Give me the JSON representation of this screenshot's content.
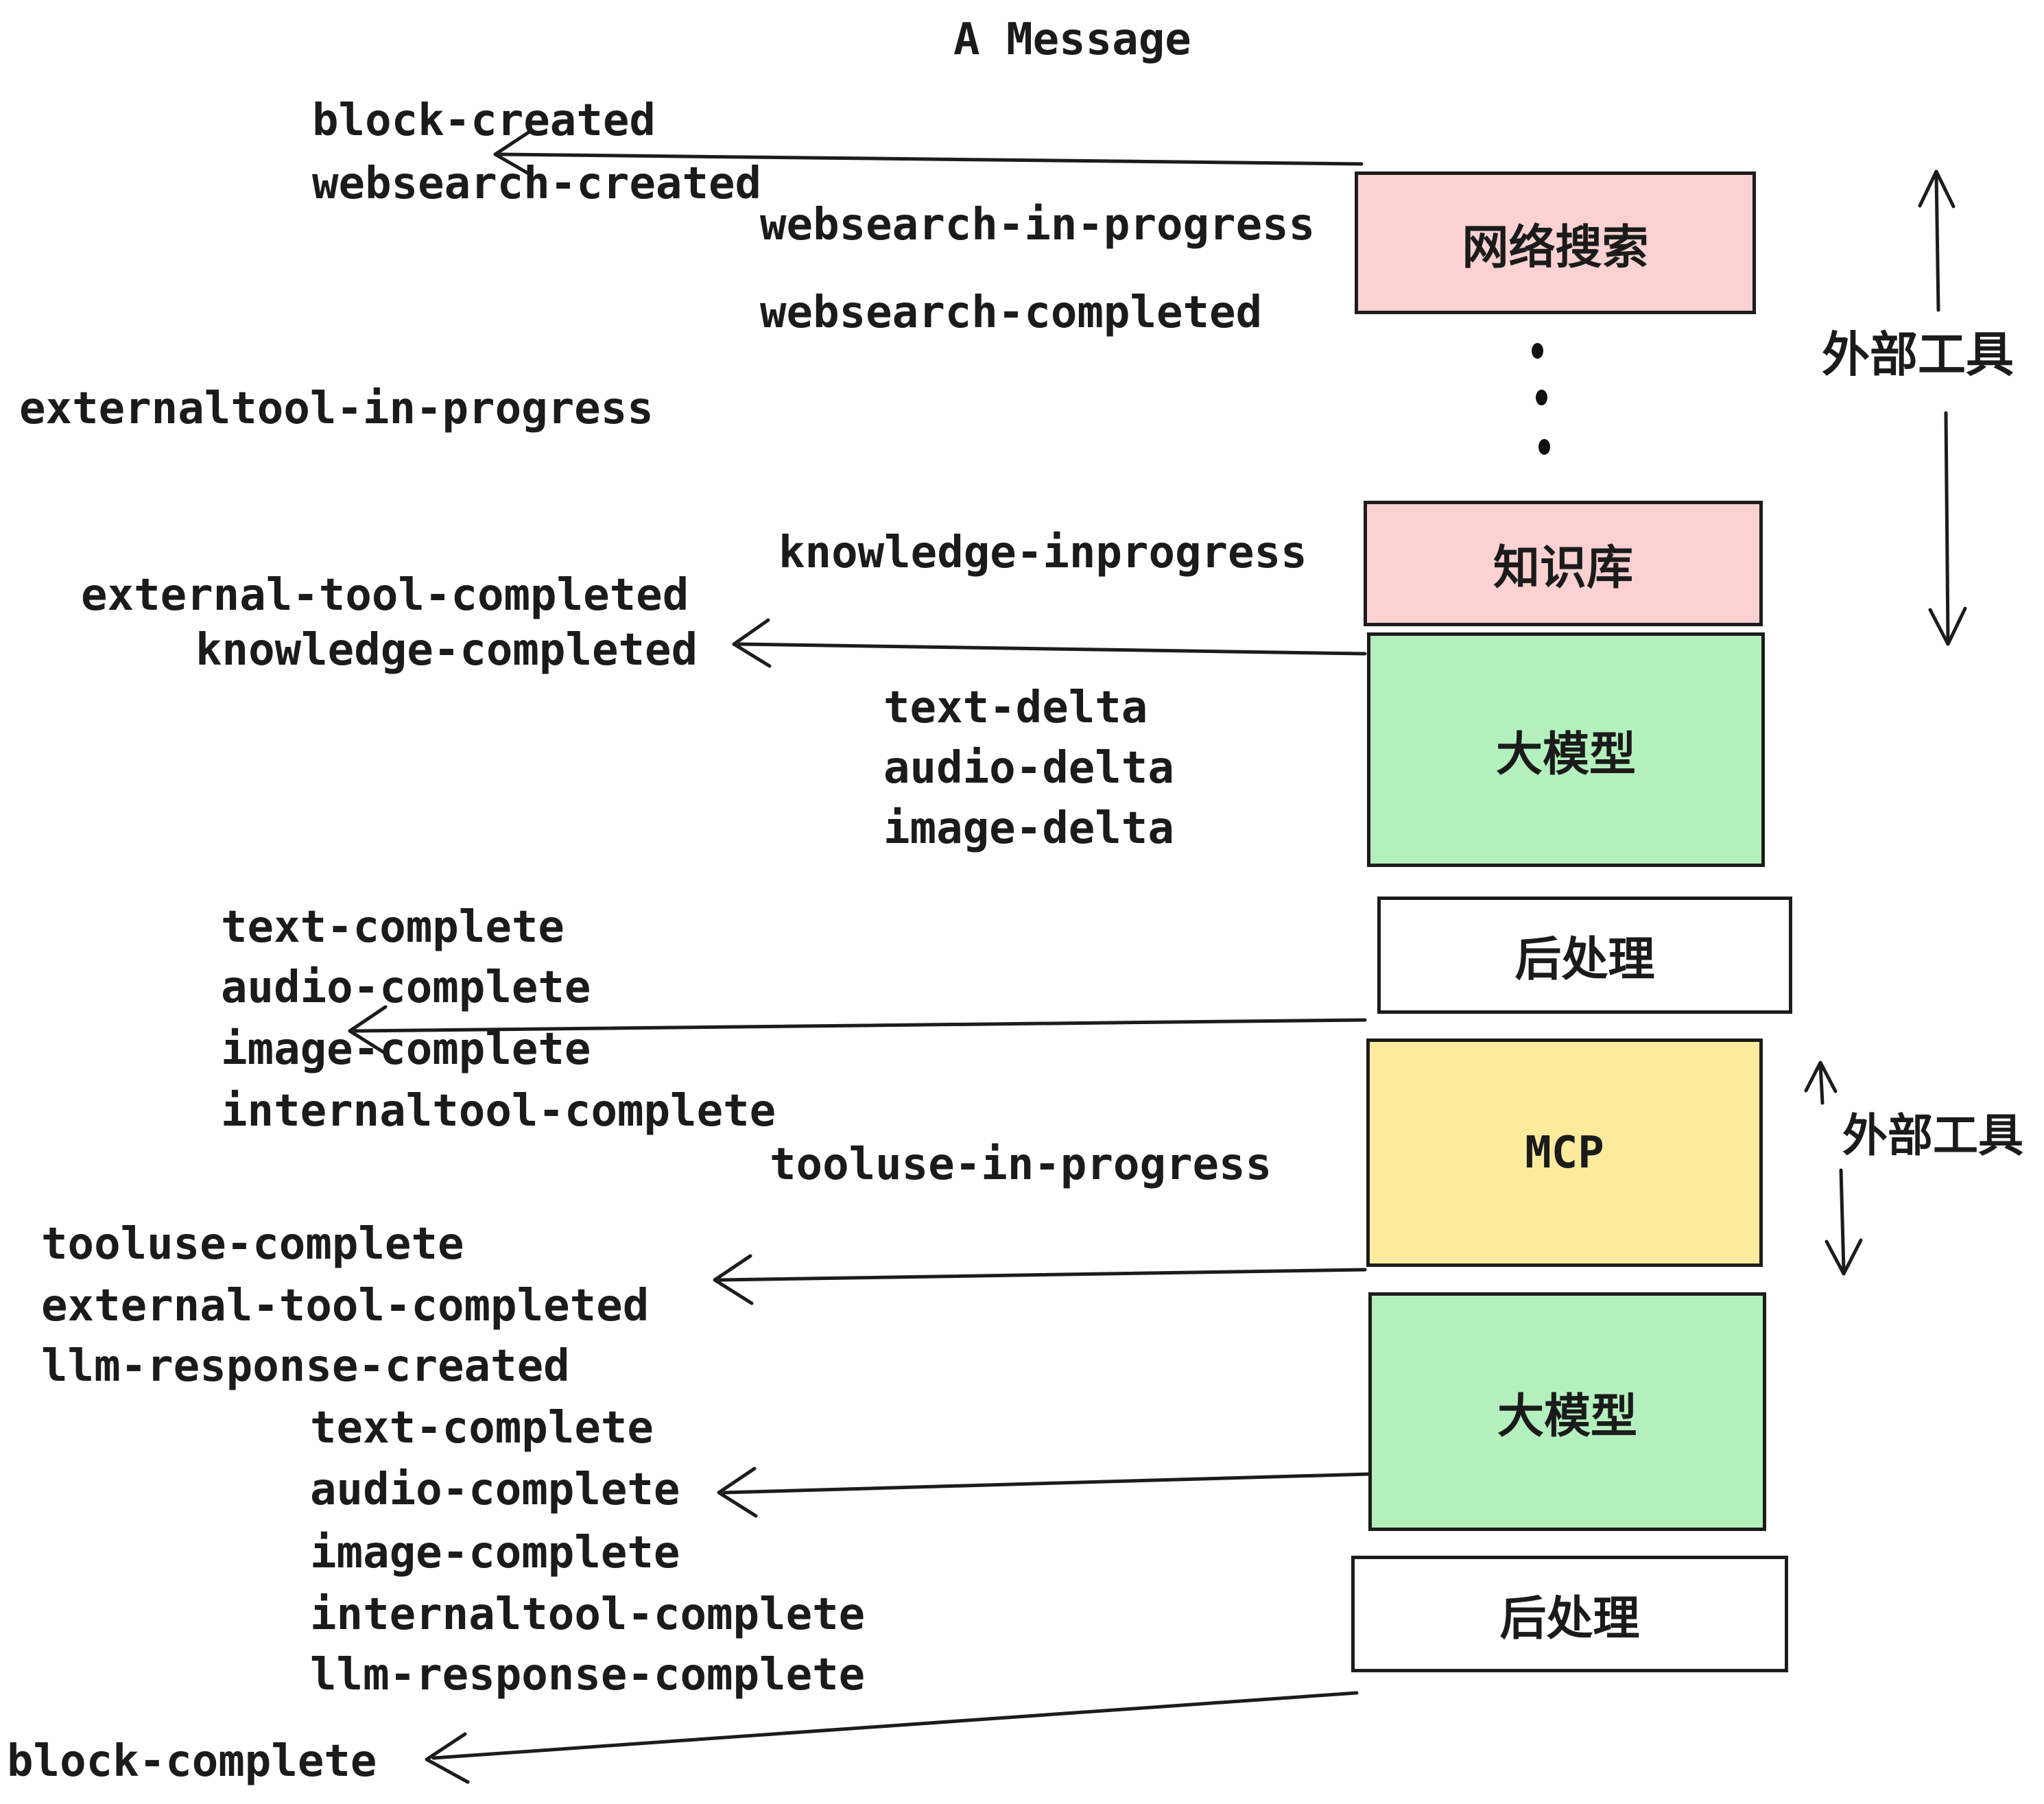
{
  "title": "A Message",
  "colors": {
    "box_pink": "#FBD1D1",
    "box_green": "#B4F0BE",
    "box_yellow": "#FDEB9D",
    "box_white": "#FFFFFF",
    "line": "#1C1C1C",
    "text": "#1B1B1B"
  },
  "events": [
    "block-created",
    "websearch-created",
    "websearch-in-progress",
    "websearch-completed",
    "externaltool-in-progress",
    "external-tool-completed",
    "knowledge-completed",
    "knowledge-inprogress",
    "text-delta",
    "audio-delta",
    "image-delta",
    "text-complete",
    "audio-complete",
    "image-complete",
    "internaltool-complete",
    "tooluse-in-progress",
    "tooluse-complete",
    "external-tool-completed",
    "llm-response-created",
    "text-complete",
    "audio-complete",
    "image-complete",
    "internaltool-complete",
    "llm-response-complete",
    "block-complete"
  ],
  "boxes": [
    {
      "label": "网络搜索",
      "fill": "#FBD1D1"
    },
    {
      "label": "知识库",
      "fill": "#FBD1D1"
    },
    {
      "label": "大模型",
      "fill": "#B4F0BE"
    },
    {
      "label": "后处理",
      "fill": "#FFFFFF"
    },
    {
      "label": "MCP",
      "fill": "#FDEB9D"
    },
    {
      "label": "大模型",
      "fill": "#B4F0BE"
    },
    {
      "label": "后处理",
      "fill": "#FFFFFF"
    }
  ],
  "side_labels": [
    {
      "text": "外部工具"
    },
    {
      "text": "外部工具"
    }
  ],
  "icons": {
    "vertical_ellipsis": "vertical-ellipsis-icon"
  }
}
